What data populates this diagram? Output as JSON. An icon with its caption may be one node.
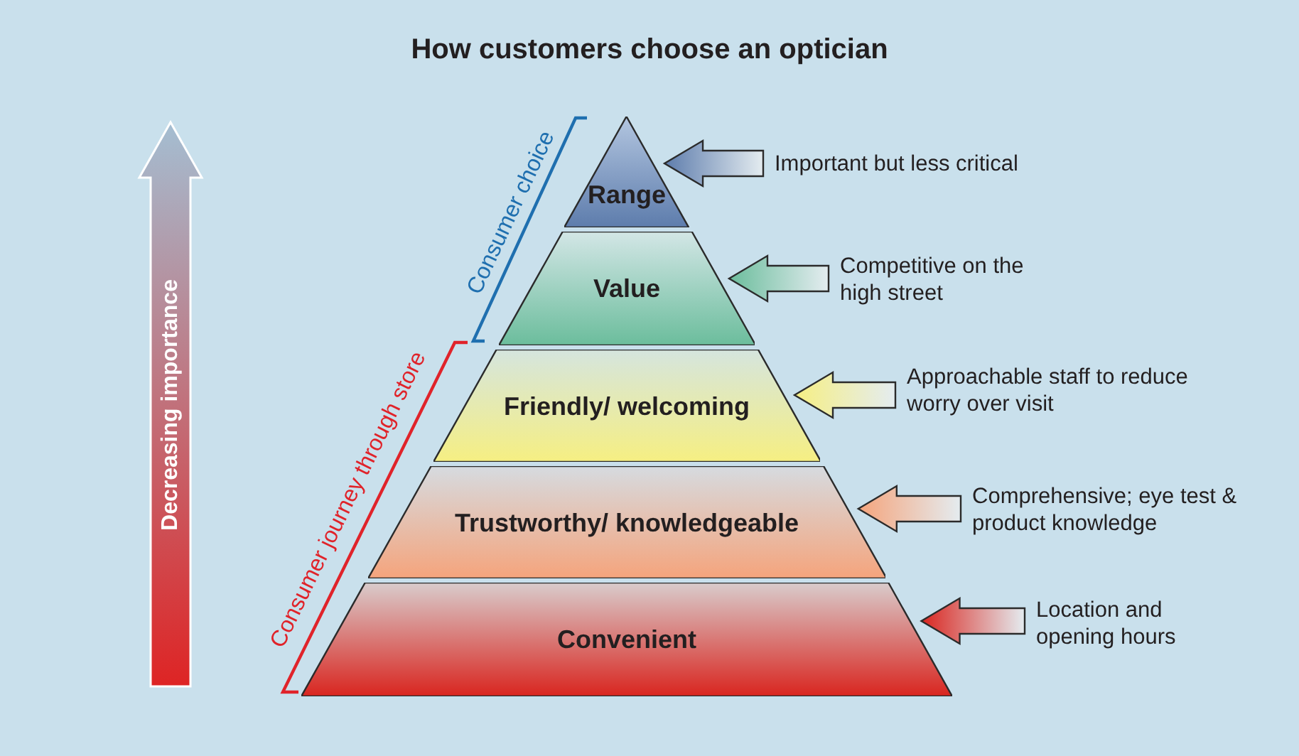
{
  "diagram": {
    "title": "How customers choose an optician",
    "nodes": [
      {
        "text": [
          "Range"
        ]
      },
      {
        "text": [
          "Value"
        ]
      },
      {
        "text": [
          "Friendly/ welcoming"
        ]
      },
      {
        "text": [
          "Trustworthy/ knowledgeable"
        ]
      },
      {
        "text": [
          "Convenient"
        ]
      },
      {
        "text": [
          "Important but less critical"
        ]
      },
      {
        "text": [
          "Competitive on the high street"
        ]
      },
      {
        "text": [
          "Approachable staff to reduce worry over visit"
        ]
      },
      {
        "text": [
          "Comprehensive; eye test & product knowledge"
        ]
      },
      {
        "text": [
          "Location and opening hours"
        ]
      }
    ],
    "edges": [
      {
        "from": 5,
        "to": 0,
        "arrow": "to"
      },
      {
        "from": 6,
        "to": 1,
        "arrow": "to"
      },
      {
        "from": 7,
        "to": 2,
        "arrow": "to"
      },
      {
        "from": 8,
        "to": 3,
        "arrow": "to"
      },
      {
        "from": 9,
        "to": 4,
        "arrow": "to"
      }
    ],
    "labels": [
      "Decreasing importance",
      "Consumer journey through store",
      "Consumer choice"
    ]
  }
}
